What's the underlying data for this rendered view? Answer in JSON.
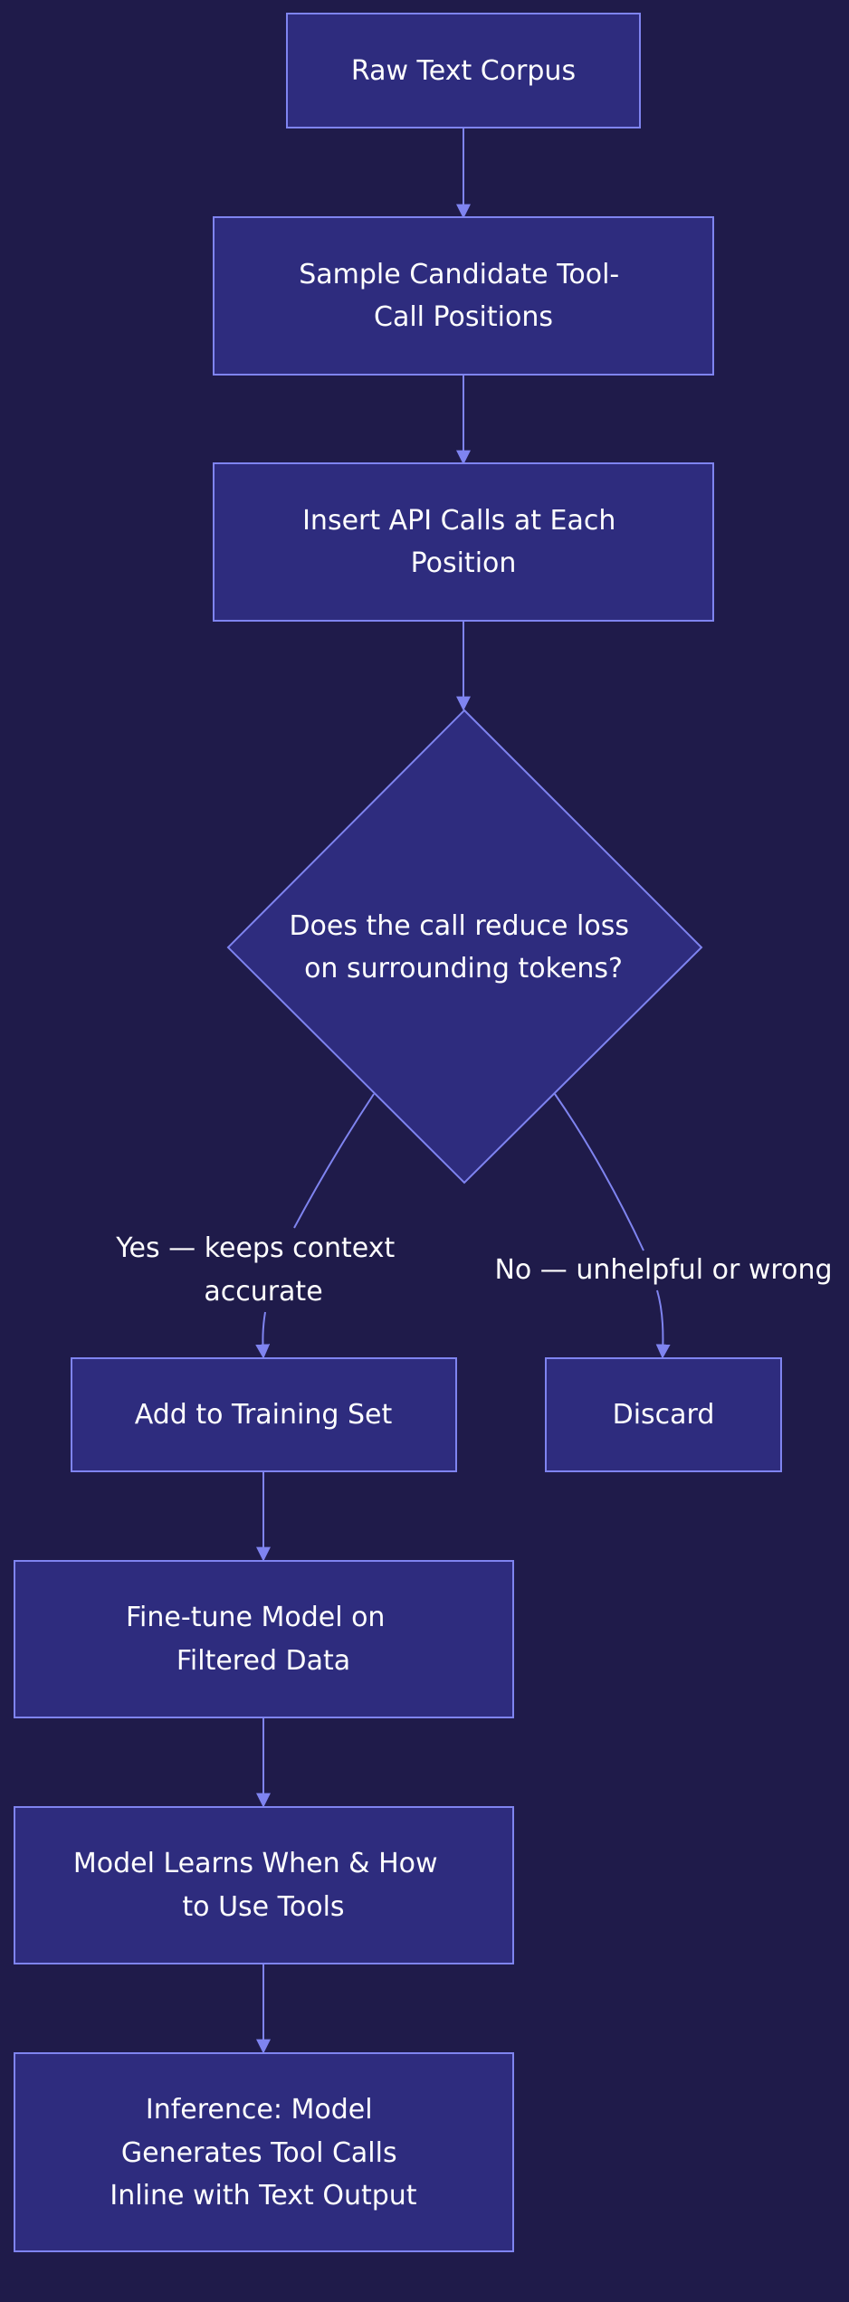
{
  "colors": {
    "background": "#1f1b4a",
    "node_fill": "#2e2c7e",
    "node_stroke": "#7f84f0",
    "edge": "#7f84f0",
    "text": "#ffffff"
  },
  "nodes": {
    "raw_text_corpus": [
      "Raw Text Corpus"
    ],
    "sample_positions": [
      "Sample Candidate Tool-",
      "Call Positions"
    ],
    "insert_api_calls": [
      "Insert API Calls at Each",
      "Position"
    ],
    "decision": [
      "Does the call reduce loss",
      "on surrounding tokens?"
    ],
    "add_to_training": [
      "Add to Training Set"
    ],
    "discard": [
      "Discard"
    ],
    "fine_tune": [
      "Fine-tune Model on",
      "Filtered Data"
    ],
    "model_learns": [
      "Model Learns When & How",
      "to Use Tools"
    ],
    "inference": [
      "Inference: Model",
      "Generates Tool Calls",
      "Inline with Text Output"
    ]
  },
  "edge_labels": {
    "yes": [
      "Yes — keeps context",
      "accurate"
    ],
    "no": [
      "No — unhelpful or wrong"
    ]
  }
}
